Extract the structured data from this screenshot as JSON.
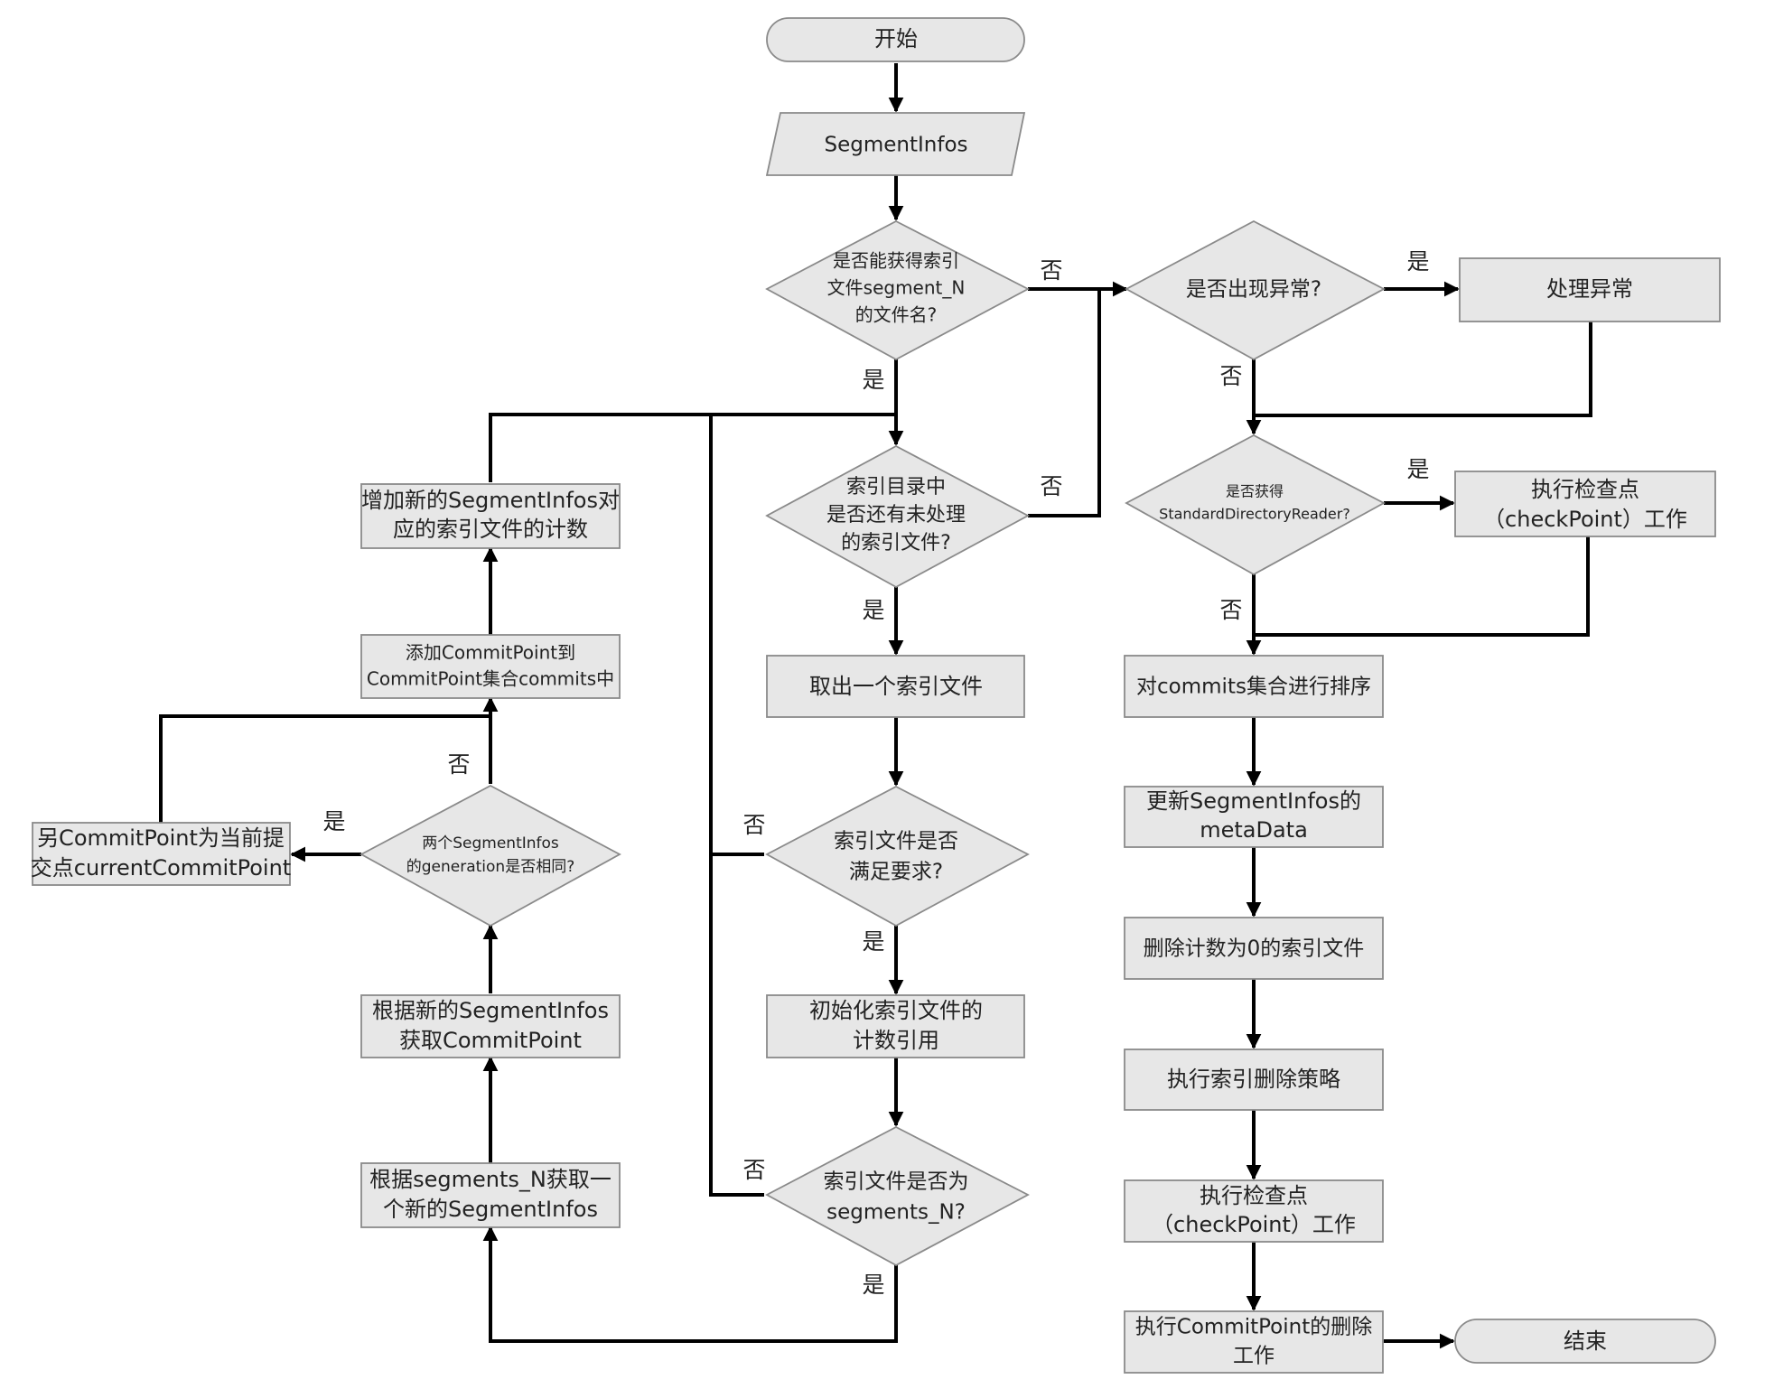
{
  "nodes": {
    "start": "开始",
    "segment_infos": "SegmentInfos",
    "can_get_segment_n": [
      "是否能获得索引",
      "文件segment_N",
      "的文件名?"
    ],
    "exception_occurred": "是否出现异常?",
    "handle_exception": "处理异常",
    "got_reader": [
      "是否获得",
      "StandardDirectoryReader?"
    ],
    "checkpoint_top": [
      "执行检查点",
      "（checkPoint）工作"
    ],
    "unprocessed_files": [
      "索引目录中",
      "是否还有未处理",
      "的索引文件?"
    ],
    "take_one_file": "取出一个索引文件",
    "file_meets_req": [
      "索引文件是否",
      "满足要求?"
    ],
    "init_ref_count": [
      "初始化索引文件的",
      "计数引用"
    ],
    "is_segments_n": [
      "索引文件是否为",
      "segments_N?"
    ],
    "add_ref_count": [
      "增加新的SegmentInfos对",
      "应的索引文件的计数"
    ],
    "add_commit_point": [
      "添加CommitPoint到",
      "CommitPoint集合commits中"
    ],
    "same_generation": [
      "两个SegmentInfos",
      "的generation是否相同?"
    ],
    "set_current_commit": [
      "另CommitPoint为当前提",
      "交点currentCommitPoint"
    ],
    "get_commit_point": [
      "根据新的SegmentInfos",
      "获取CommitPoint"
    ],
    "get_new_segment_infos": [
      "根据segments_N获取一",
      "个新的SegmentInfos"
    ],
    "sort_commits": "对commits集合进行排序",
    "update_metadata": [
      "更新SegmentInfos的",
      "metaData"
    ],
    "delete_zero_ref": "删除计数为0的索引文件",
    "exec_deletion_policy": "执行索引删除策略",
    "checkpoint_bottom": [
      "执行检查点",
      "（checkPoint）工作"
    ],
    "exec_commit_delete": [
      "执行CommitPoint的删除",
      "工作"
    ],
    "end": "结束"
  },
  "edge_labels": {
    "yes": "是",
    "no": "否"
  },
  "colors": {
    "node_fill": "#e7e7e7",
    "node_stroke": "#8a8a8a",
    "edge": "#000000",
    "text": "#222222"
  }
}
